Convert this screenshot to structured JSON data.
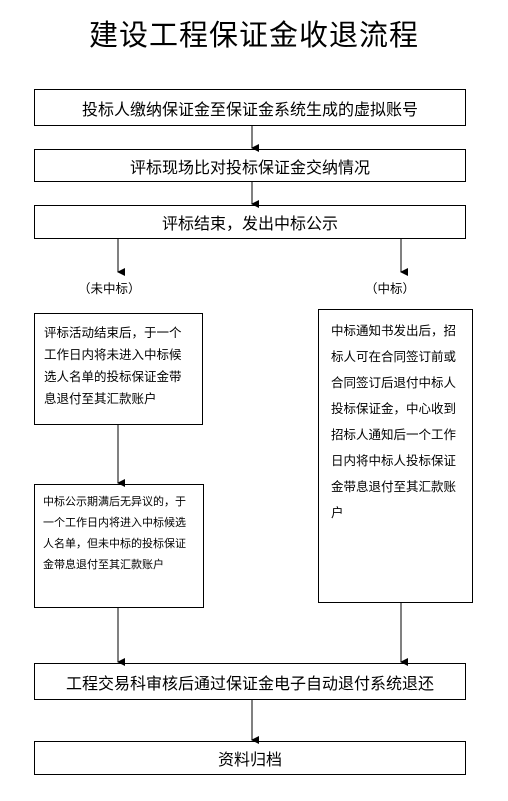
{
  "title": "建设工程保证金收退流程",
  "steps": {
    "step1": "投标人缴纳保证金至保证金系统生成的虚拟账号",
    "step2": "评标现场比对投标保证金交纳情况",
    "step3": "评标结束，发出中标公示",
    "left_label": "（未中标）",
    "right_label": "（中标）",
    "left_box1": "评标活动结束后，于一个工作日内将未进入中标候选人名单的投标保证金带息退付至其汇款账户",
    "left_box2": "中标公示期满后无异议的，于一个工作日内将进入中标候选人名单，但未中标的投标保证金带息退付至其汇款账户",
    "right_box": "中标通知书发出后，招标人可在合同签订前或合同签订后退付中标人投标保证金，中心收到招标人通知后一个工作日内将中标人投标保证金带息退付至其汇款账户",
    "step4": "工程交易科审核后通过保证金电子自动退付系统退还",
    "step5": "资料归档"
  }
}
